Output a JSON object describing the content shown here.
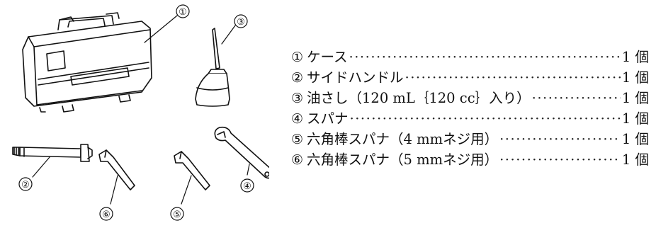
{
  "callouts": {
    "c1": "①",
    "c2": "②",
    "c3": "③",
    "c4": "④",
    "c5": "⑤",
    "c6": "⑥"
  },
  "parts": [
    {
      "num": "①",
      "name": "ケース",
      "qty": "1 個"
    },
    {
      "num": "②",
      "name": "サイドハンドル",
      "qty": "1 個"
    },
    {
      "num": "③",
      "name": "油さし（120 mL｛120 cc｝入り）",
      "qty": "1 個"
    },
    {
      "num": "④",
      "name": "スパナ",
      "qty": "1 個"
    },
    {
      "num": "⑤",
      "name": "六角棒スパナ（4 mmネジ用）",
      "qty": "1 個"
    },
    {
      "num": "⑥",
      "name": "六角棒スパナ（5 mmネジ用）",
      "qty": "1 個"
    }
  ]
}
